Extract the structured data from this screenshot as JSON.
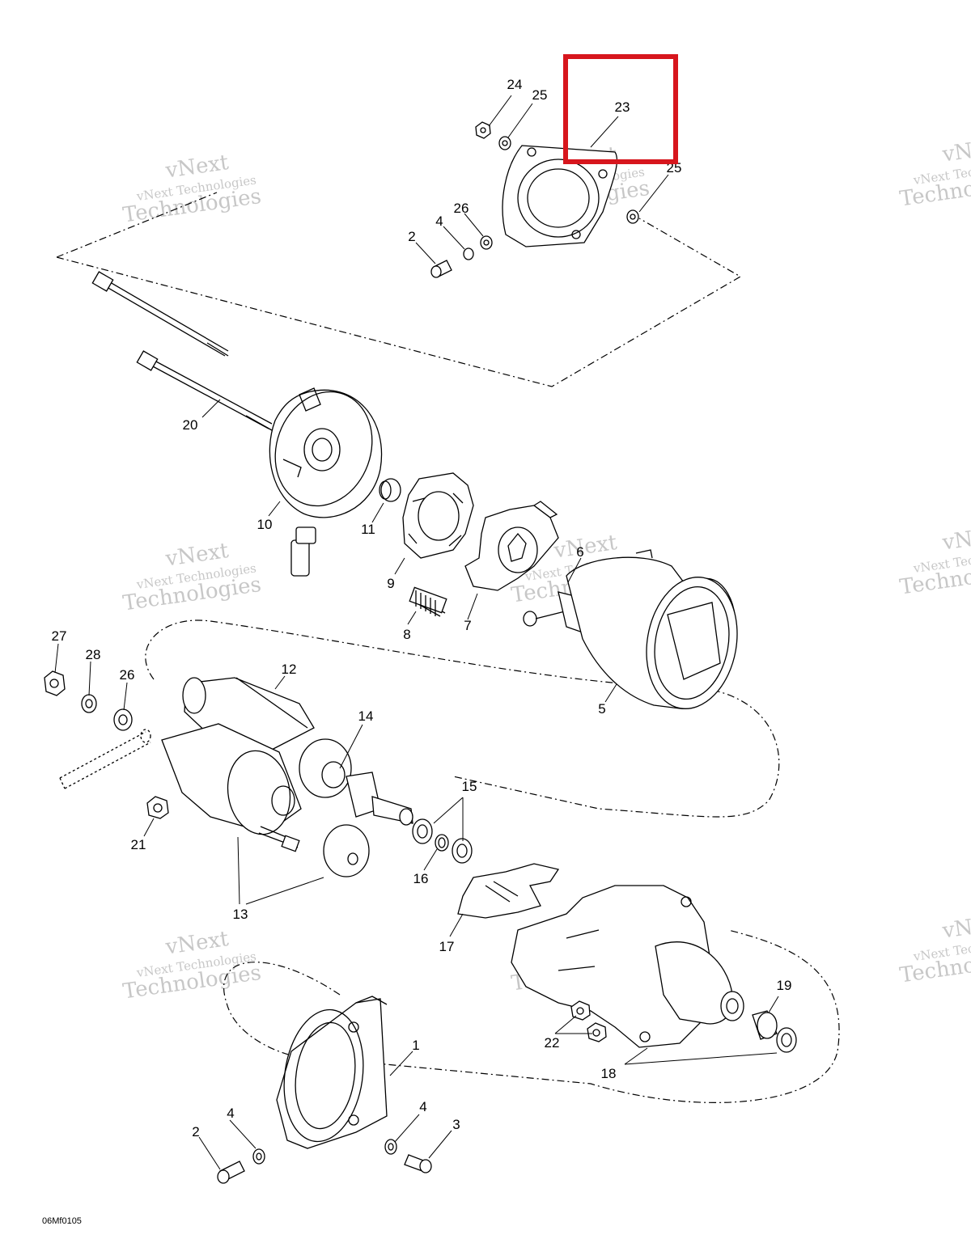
{
  "diagram_code": "06Mf0105",
  "watermark": {
    "line1": "vNext Technologies",
    "line2": "vNext",
    "line3": "Technologies"
  },
  "highlight_color": "#d7161d",
  "callouts": {
    "c24": "24",
    "c25a": "25",
    "c23": "23",
    "c25b": "25",
    "c26a": "26",
    "c4a": "4",
    "c2a": "2",
    "c20": "20",
    "c10": "10",
    "c11": "11",
    "c9": "9",
    "c8": "8",
    "c7": "7",
    "c6": "6",
    "c5": "5",
    "c27": "27",
    "c28": "28",
    "c26b": "26",
    "c12": "12",
    "c14": "14",
    "c15": "15",
    "c16": "16",
    "c21": "21",
    "c13": "13",
    "c17": "17",
    "c19": "19",
    "c22": "22",
    "c18": "18",
    "c1": "1",
    "c4b": "4",
    "c4c": "4",
    "c2b": "2",
    "c3": "3"
  }
}
